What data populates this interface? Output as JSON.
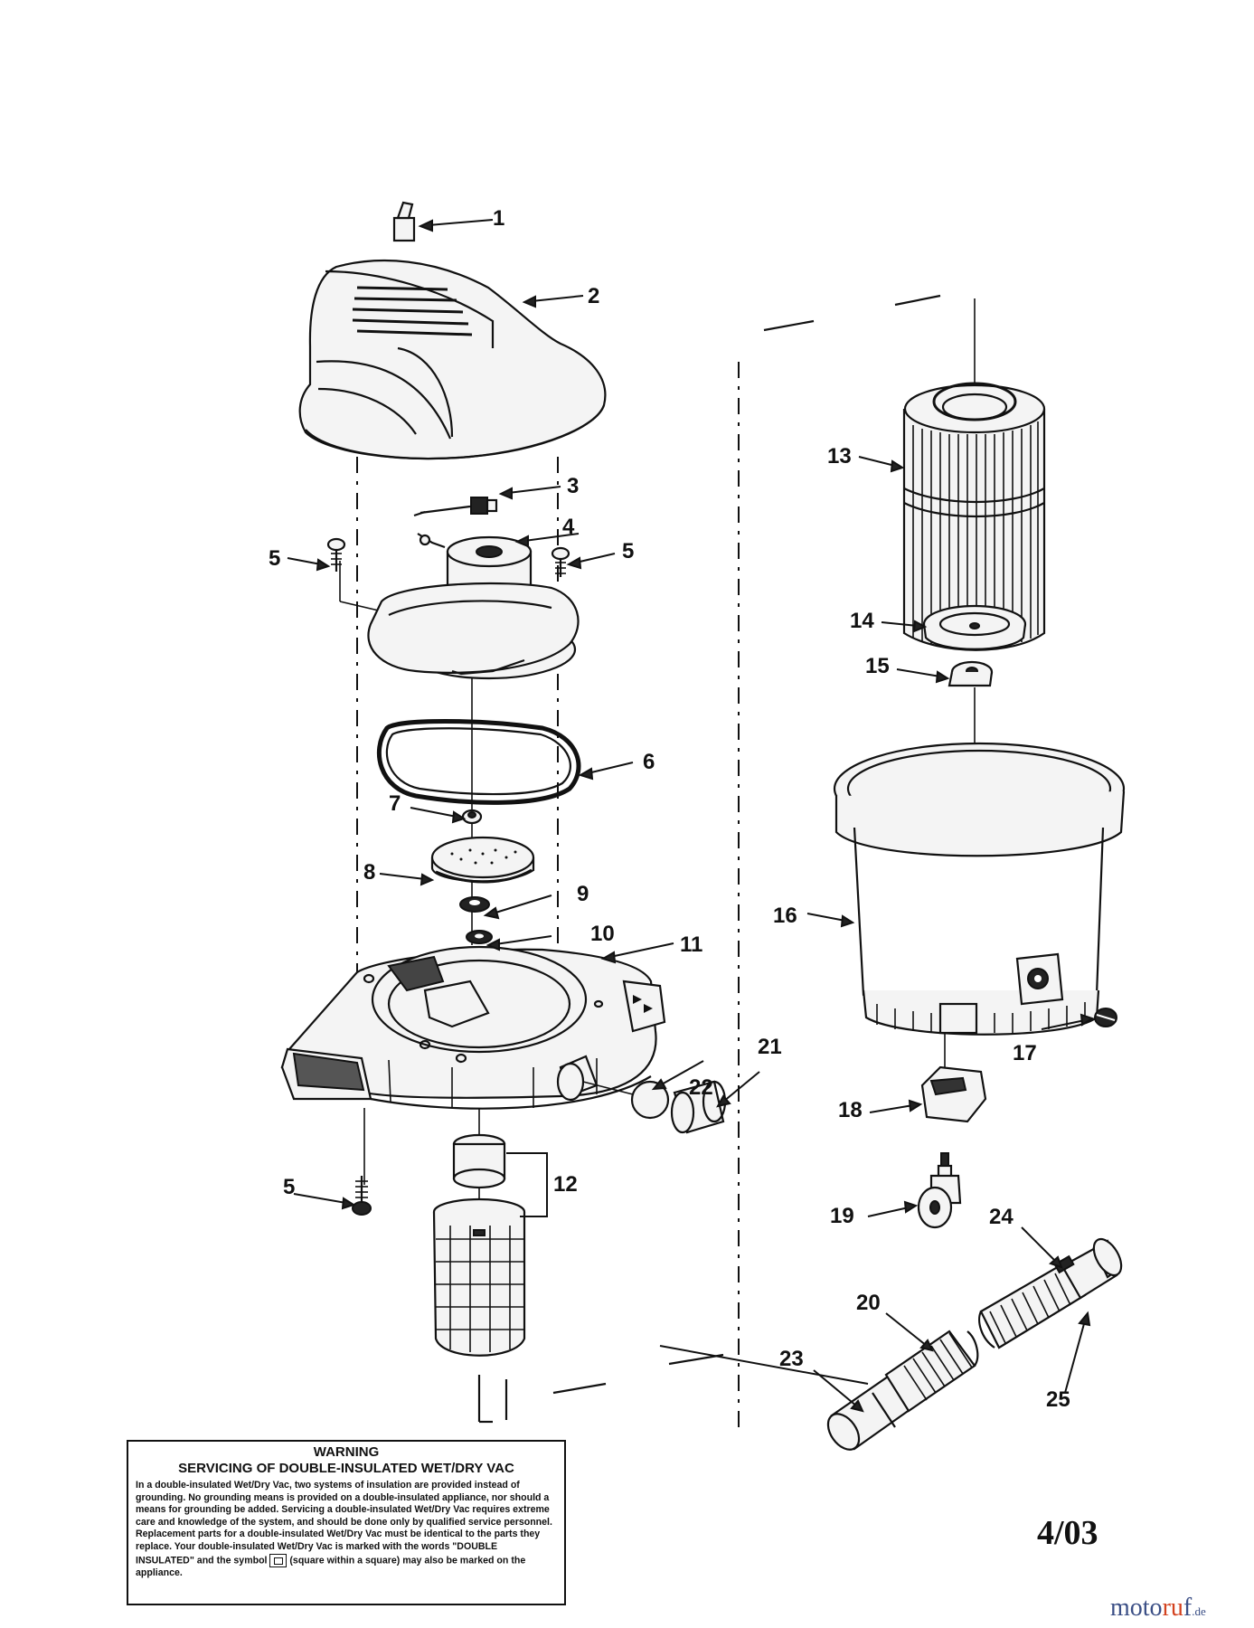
{
  "diagram": {
    "date": "4/03",
    "callouts": [
      "1",
      "2",
      "3",
      "4",
      "5",
      "5",
      "5",
      "6",
      "7",
      "8",
      "9",
      "10",
      "11",
      "12",
      "13",
      "14",
      "15",
      "16",
      "17",
      "18",
      "19",
      "20",
      "21",
      "22",
      "23",
      "24",
      "25"
    ]
  },
  "warning": {
    "title": "WARNING",
    "subtitle": "SERVICING OF DOUBLE-INSULATED WET/DRY VAC",
    "body_main": "In a double-insulated Wet/Dry Vac, two systems of insulation are provided instead of grounding. No grounding means is provided on a double-insulated appliance, nor should a means for grounding be added. Servicing a double-insulated Wet/Dry Vac requires extreme care and knowledge of the system, and should be done only by qualified service personnel. Replacement parts for a double-insulated Wet/Dry Vac must be identical to the parts they replace. Your double-insulated Wet/Dry Vac is marked with the words \"DOUBLE INSULATED\" and the symbol",
    "body_end": "(square within a square) may also be marked on the appliance."
  },
  "brand": {
    "pre": "moto",
    "accent": "ru",
    "post": "f",
    "tld": ".de",
    "colors": {
      "main": "#3b4f86",
      "accent": "#d3421f"
    }
  }
}
